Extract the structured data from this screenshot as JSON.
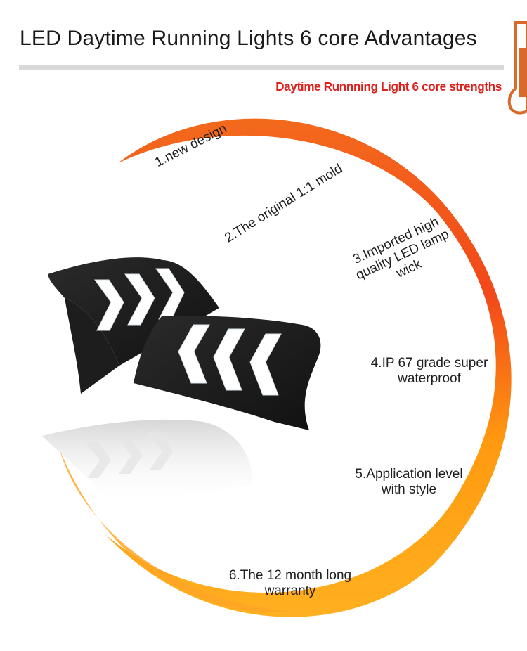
{
  "header": {
    "title": "LED Daytime Running Lights 6 core Advantages",
    "subtitle": "Daytime Runnning Light 6 core strengths"
  },
  "advantages": [
    {
      "line1": "1.new design"
    },
    {
      "line1": "2.The original 1:1 mold"
    },
    {
      "line1": "3.Imported high",
      "line2": "quality LED lamp",
      "line3": "wick"
    },
    {
      "line1": "4.IP 67 grade super",
      "line2": "waterproof"
    },
    {
      "line1": "5.Application level",
      "line2": "with style"
    },
    {
      "line1": "6.The 12 month long",
      "line2": "warranty"
    }
  ],
  "icons": {
    "corner": "thermometer-icon",
    "product": "drl-lamp-image"
  },
  "colors": {
    "arc_orange": "#ff8a00",
    "arc_red": "#f04a10",
    "subtitle_red": "#e0201b",
    "rule_gray": "#d9d9d9",
    "lamp_body": "#1c1c1c"
  }
}
